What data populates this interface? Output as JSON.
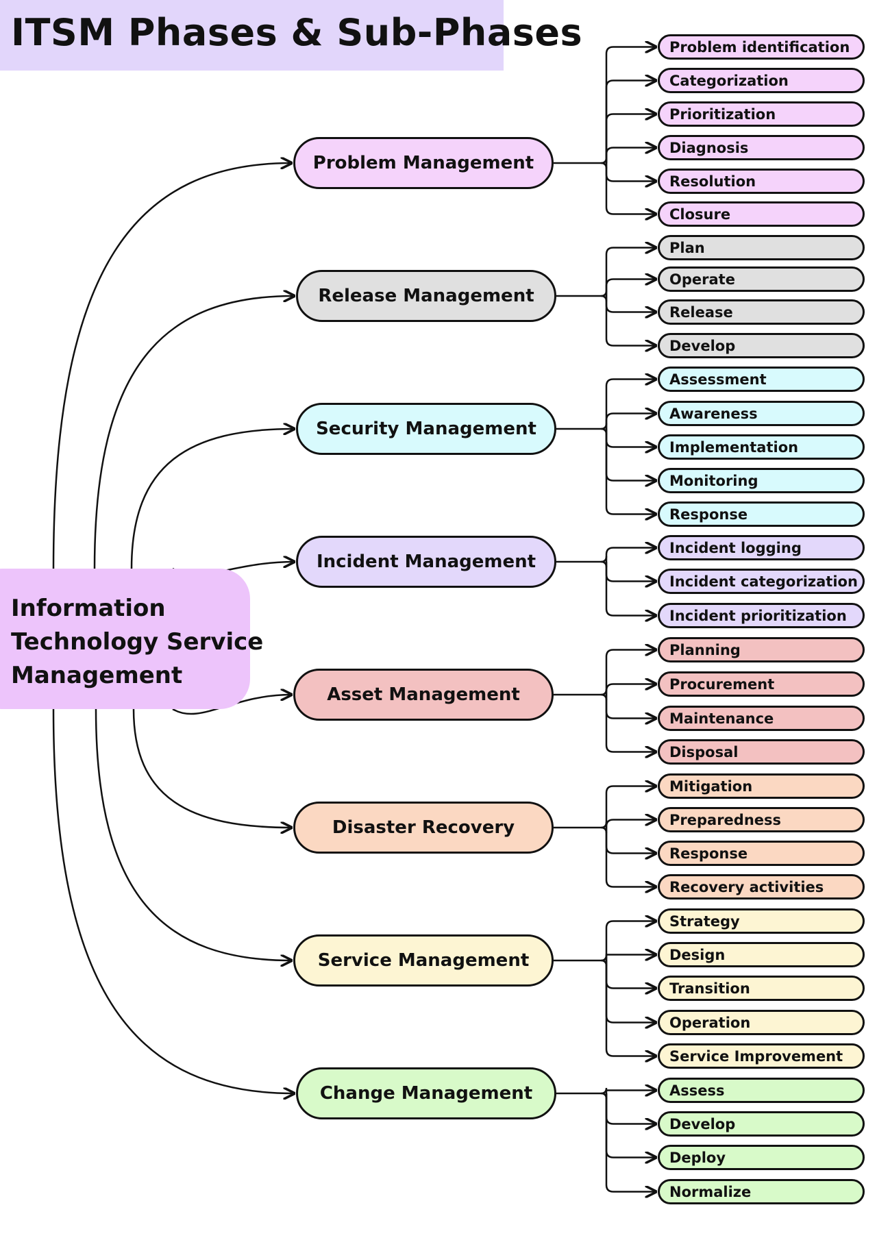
{
  "title": "ITSM Phases & Sub-Phases",
  "root": {
    "lines": [
      "Information",
      "Technology Service",
      "Management"
    ],
    "color": "#edc4fb"
  },
  "phases": [
    {
      "label": "Problem Management",
      "color": "#f5d3fb",
      "subphases": [
        "Problem identification",
        "Categorization",
        "Prioritization",
        "Diagnosis",
        "Resolution",
        "Closure"
      ]
    },
    {
      "label": "Release Management",
      "color": "#e0e0e0",
      "subphases": [
        "Plan",
        "Operate",
        "Release",
        "Develop"
      ]
    },
    {
      "label": "Security Management",
      "color": "#d8fafd",
      "subphases": [
        "Assessment",
        "Awareness",
        "Implementation",
        "Monitoring",
        "Response"
      ]
    },
    {
      "label": "Incident Management",
      "color": "#e3d8fb",
      "subphases": [
        "Incident logging",
        "Incident categorization",
        "Incident prioritization"
      ]
    },
    {
      "label": "Asset Management",
      "color": "#f3c1c1",
      "subphases": [
        "Planning",
        "Procurement",
        "Maintenance",
        "Disposal"
      ]
    },
    {
      "label": "Disaster Recovery",
      "color": "#fbd8c2",
      "subphases": [
        "Mitigation",
        "Preparedness",
        "Response",
        "Recovery activities"
      ]
    },
    {
      "label": "Service Management",
      "color": "#fdf5d3",
      "subphases": [
        "Strategy",
        "Design",
        "Transition",
        "Operation",
        "Service Improvement"
      ]
    },
    {
      "label": "Change Management",
      "color": "#d8fac9",
      "subphases": [
        "Assess",
        "Develop",
        "Deploy",
        "Normalize"
      ]
    }
  ]
}
